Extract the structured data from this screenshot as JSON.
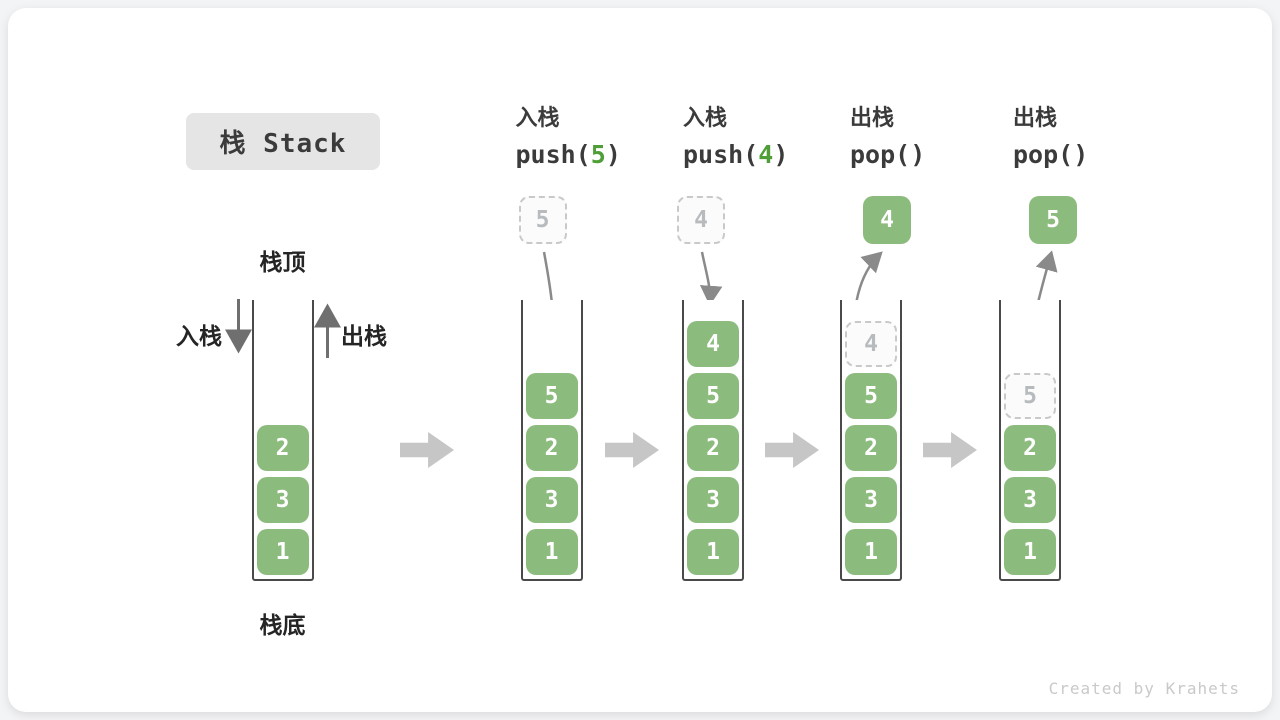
{
  "title": "栈 Stack",
  "side_labels": {
    "stack_top": "栈顶",
    "stack_bottom": "栈底",
    "push": "入栈",
    "pop": "出栈"
  },
  "watermark": "Created by Krahets",
  "colors": {
    "block_green": "#8cbb7e",
    "code_arg_green": "#4f9e38",
    "curve_arrow_gray": "#8a8a8a",
    "flow_arrow_gray": "#c6c6c6",
    "ghost_border_gray": "#c9c9c9"
  },
  "columns": [
    {
      "name": "initial",
      "op": null,
      "floating": null,
      "stack": [
        {
          "v": "2",
          "ghost": false
        },
        {
          "v": "3",
          "ghost": false
        },
        {
          "v": "1",
          "ghost": false
        }
      ]
    },
    {
      "name": "push-5",
      "op": {
        "line1": "入栈",
        "prefix": "push(",
        "arg": "5",
        "suffix": ")"
      },
      "floating": {
        "v": "5",
        "ghost": true
      },
      "stack": [
        {
          "v": "5",
          "ghost": false
        },
        {
          "v": "2",
          "ghost": false
        },
        {
          "v": "3",
          "ghost": false
        },
        {
          "v": "1",
          "ghost": false
        }
      ]
    },
    {
      "name": "push-4",
      "op": {
        "line1": "入栈",
        "prefix": "push(",
        "arg": "4",
        "suffix": ")"
      },
      "floating": {
        "v": "4",
        "ghost": true
      },
      "stack": [
        {
          "v": "4",
          "ghost": false
        },
        {
          "v": "5",
          "ghost": false
        },
        {
          "v": "2",
          "ghost": false
        },
        {
          "v": "3",
          "ghost": false
        },
        {
          "v": "1",
          "ghost": false
        }
      ]
    },
    {
      "name": "pop-4",
      "op": {
        "line1": "出栈",
        "prefix": "pop(",
        "arg": "",
        "suffix": ")"
      },
      "floating": {
        "v": "4",
        "ghost": false
      },
      "stack": [
        {
          "v": "4",
          "ghost": true
        },
        {
          "v": "5",
          "ghost": false
        },
        {
          "v": "2",
          "ghost": false
        },
        {
          "v": "3",
          "ghost": false
        },
        {
          "v": "1",
          "ghost": false
        }
      ]
    },
    {
      "name": "pop-5",
      "op": {
        "line1": "出栈",
        "prefix": "pop(",
        "arg": "",
        "suffix": ")"
      },
      "floating": {
        "v": "5",
        "ghost": false
      },
      "stack": [
        {
          "v": "5",
          "ghost": true
        },
        {
          "v": "2",
          "ghost": false
        },
        {
          "v": "3",
          "ghost": false
        },
        {
          "v": "1",
          "ghost": false
        }
      ]
    }
  ]
}
